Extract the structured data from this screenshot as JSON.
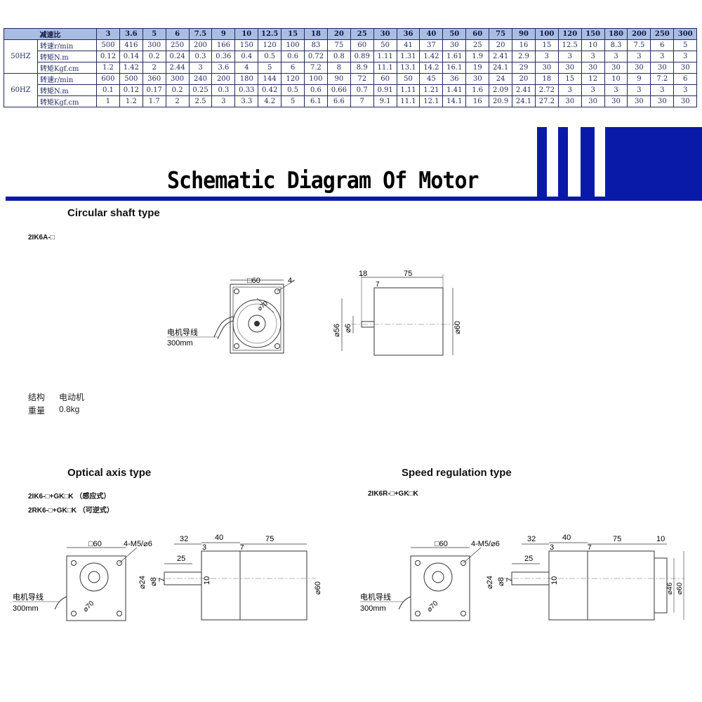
{
  "spec_table": {
    "header_label": "减速比",
    "ratios": [
      "3",
      "3.6",
      "5",
      "6",
      "7.5",
      "9",
      "10",
      "12.5",
      "15",
      "18",
      "20",
      "25",
      "30",
      "36",
      "40",
      "50",
      "60",
      "75",
      "90",
      "100",
      "120",
      "150",
      "180",
      "200",
      "250",
      "300"
    ],
    "groups": [
      {
        "freq": "50HZ",
        "rows": [
          {
            "label": "转速r/min",
            "values": [
              "500",
              "416",
              "300",
              "250",
              "200",
              "166",
              "150",
              "120",
              "100",
              "83",
              "75",
              "60",
              "50",
              "41",
              "37",
              "30",
              "25",
              "20",
              "16",
              "15",
              "12.5",
              "10",
              "8.3",
              "7.5",
              "6",
              "5"
            ]
          },
          {
            "label": "转矩N.m",
            "values": [
              "0.12",
              "0.14",
              "0.2",
              "0.24",
              "0.3",
              "0.36",
              "0.4",
              "0.5",
              "0.6",
              "0.72",
              "0.8",
              "0.89",
              "1.11",
              "1.31",
              "1.42",
              "1.61",
              "1.9",
              "2.41",
              "2.9",
              "3",
              "3",
              "3",
              "3",
              "3",
              "3",
              "3"
            ]
          },
          {
            "label": "转矩Kgf.cm",
            "values": [
              "1.2",
              "1.42",
              "2",
              "2.44",
              "3",
              "3.6",
              "4",
              "5",
              "6",
              "7.2",
              "8",
              "8.9",
              "11.1",
              "13.1",
              "14.2",
              "16.1",
              "19",
              "24.1",
              "29",
              "30",
              "30",
              "30",
              "30",
              "30",
              "30",
              "30"
            ]
          }
        ]
      },
      {
        "freq": "60HZ",
        "rows": [
          {
            "label": "转速r/min",
            "values": [
              "600",
              "500",
              "360",
              "300",
              "240",
              "200",
              "180",
              "144",
              "120",
              "100",
              "90",
              "72",
              "60",
              "50",
              "45",
              "36",
              "30",
              "24",
              "20",
              "18",
              "15",
              "12",
              "10",
              "9",
              "7.2",
              "6"
            ]
          },
          {
            "label": "转矩N.m",
            "values": [
              "0.1",
              "0.12",
              "0.17",
              "0.2",
              "0.25",
              "0.3",
              "0.33",
              "0.42",
              "0.5",
              "0.6",
              "0.66",
              "0.7",
              "0.91",
              "1.11",
              "1.21",
              "1.41",
              "1.6",
              "2.09",
              "2.41",
              "2.72",
              "3",
              "3",
              "3",
              "3",
              "3",
              "3"
            ]
          },
          {
            "label": "转矩Kgf.cm",
            "values": [
              "1",
              "1.2",
              "1.7",
              "2",
              "2.5",
              "3",
              "3.3",
              "4.2",
              "5",
              "6.1",
              "6.6",
              "7",
              "9.1",
              "11.1",
              "12.1",
              "14.1",
              "16",
              "20.9",
              "24.1",
              "27.2",
              "30",
              "30",
              "30",
              "30",
              "30",
              "30"
            ]
          }
        ]
      }
    ]
  },
  "title": "Schematic Diagram Of Motor",
  "colors": {
    "accent": "#0a1aa8",
    "table_header_bg": "#a9bde2",
    "table_text": "#1f2a5c"
  },
  "circular": {
    "heading": "Circular shaft type",
    "model": "2IK6A-□",
    "front": {
      "side": "□60",
      "holes": "4-⌀6hole",
      "shaft": "⌀70",
      "wire_label": "电机导线",
      "wire_len": "300mm"
    },
    "side": {
      "d1": "18",
      "d2": "75",
      "d3": "7",
      "d4": "⌀56",
      "d5": "⌀6",
      "d6": "⌀60"
    }
  },
  "specs": {
    "structure_label": "结构",
    "structure_value": "电动机",
    "weight_label": "重量",
    "weight_value": "0.8kg"
  },
  "optical": {
    "heading": "Optical  axis type",
    "model1": "2IK6-□+GK□K （感应式）",
    "model2": "2RK6-□+GK□K （可逆式）",
    "front": {
      "side": "□60",
      "holes": "4-M5/⌀6",
      "pcd": "⌀70",
      "wire_label": "电机导线",
      "wire_len": "300mm"
    },
    "side": {
      "d32": "32",
      "d3": "3",
      "d40": "40",
      "d75": "75",
      "d25": "25",
      "d7": "7",
      "d24": "⌀24",
      "d8": "⌀8",
      "d7b": "7",
      "d10": "10",
      "d60": "⌀60"
    }
  },
  "speed": {
    "heading": "Speed regulation type",
    "model": "2IK6R-□+GK□K",
    "front": {
      "side": "□60",
      "holes": "4-M5/⌀6",
      "pcd": "⌀70",
      "wire_label": "电机导线",
      "wire_len": "300mm"
    },
    "side": {
      "d32": "32",
      "d3": "3",
      "d40": "40",
      "d75": "75",
      "d10top": "10",
      "d25": "25",
      "d7": "7",
      "d24": "⌀24",
      "d8": "⌀8",
      "d7b": "7",
      "d10": "10",
      "d46": "⌀46",
      "d60": "⌀60"
    }
  }
}
